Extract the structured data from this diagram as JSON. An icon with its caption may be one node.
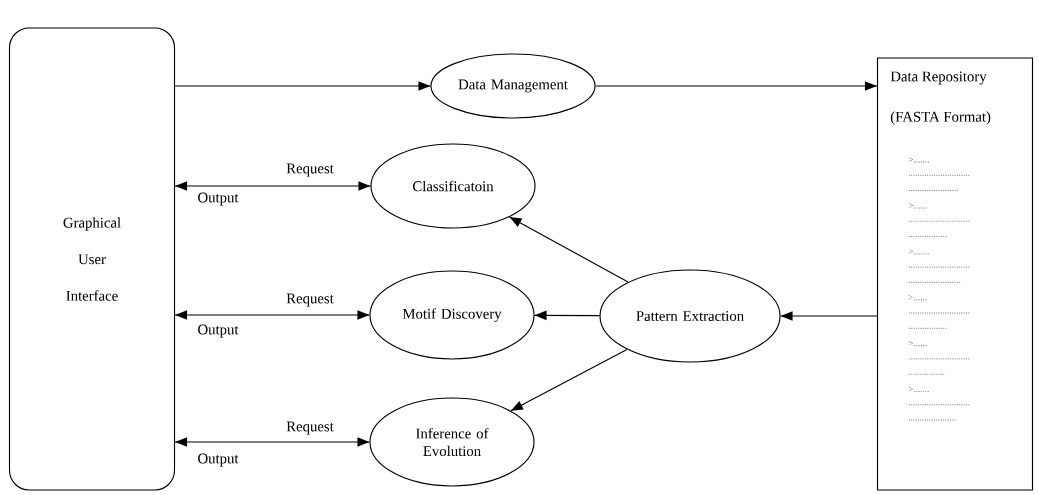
{
  "diagram": {
    "nodes": [
      {
        "text": [
          "Graphical User Interface"
        ]
      },
      {
        "text": [
          "Data Management"
        ]
      },
      {
        "text": [
          "Data Repository",
          "(FASTA Format)",
          ">.......",
          "...........................",
          "......................",
          ">......",
          "...........................",
          ".................",
          ">.......",
          "...........................",
          ".......................",
          ">......",
          "...........................",
          ".................",
          ">......",
          "...........................",
          "................",
          ">.......",
          "...........................",
          "....................."
        ]
      },
      {
        "text": [
          "Classificatoin"
        ]
      },
      {
        "text": [
          "Motif Discovery"
        ]
      },
      {
        "text": [
          "Inference of Evolution"
        ]
      },
      {
        "text": [
          "Pattern Extraction"
        ]
      }
    ],
    "edges": [
      {
        "from": 0,
        "to": 1,
        "arrow": "to"
      },
      {
        "from": 1,
        "to": 2,
        "arrow": "to"
      },
      {
        "from": 0,
        "to": 3,
        "arrow": "both",
        "label": "Request"
      },
      {
        "from": 0,
        "to": 4,
        "arrow": "both",
        "label": "Request"
      },
      {
        "from": 0,
        "to": 5,
        "arrow": "both",
        "label": "Request"
      },
      {
        "from": 6,
        "to": 3,
        "arrow": "to"
      },
      {
        "from": 6,
        "to": 4,
        "arrow": "to"
      },
      {
        "from": 6,
        "to": 5,
        "arrow": "to"
      },
      {
        "from": 2,
        "to": 6,
        "arrow": "to"
      }
    ],
    "labels": [
      "Output",
      "Output",
      "Output"
    ]
  }
}
